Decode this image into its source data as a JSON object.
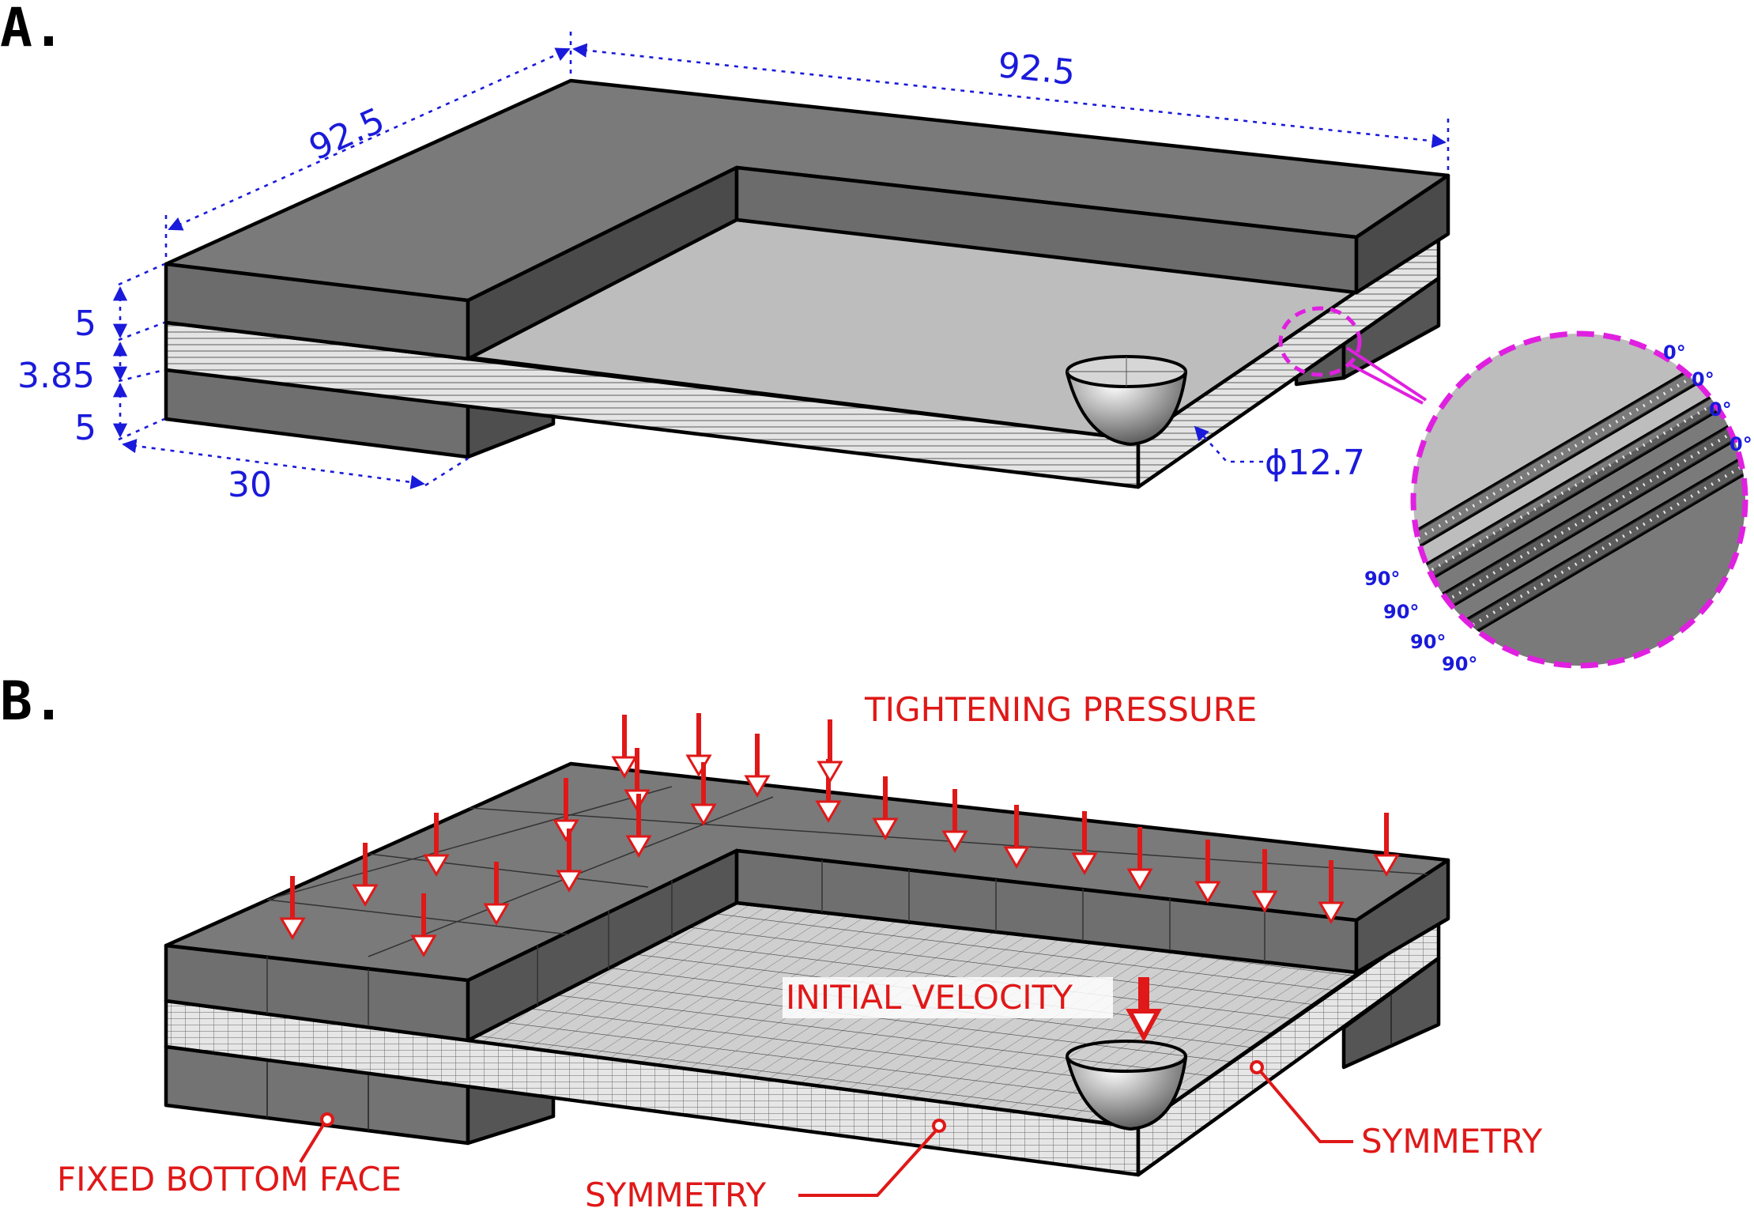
{
  "panels": [
    {
      "letter": "A."
    },
    {
      "letter": "B."
    }
  ],
  "dimensions": {
    "left_length": "92.5",
    "top_length": "92.5",
    "top_plate_thickness": "5",
    "laminate_thickness": "3.85",
    "bottom_plate_thickness": "5",
    "clamp_width": "30",
    "impactor_diameter": "ϕ12.7"
  },
  "ply_angles_top": [
    "0°",
    "0°",
    "0°",
    "0°"
  ],
  "ply_angles_bottom": [
    "90°",
    "90°",
    "90°",
    "90°"
  ],
  "boundary_conditions": {
    "tightening_pressure": "TIGHTENING PRESSURE",
    "initial_velocity": "INITIAL VELOCITY",
    "fixed_bottom_face": "FIXED BOTTOM FACE",
    "symmetry_front": "SYMMETRY",
    "symmetry_side": "SYMMETRY"
  },
  "colors": {
    "dimension": "#1a1adb",
    "boundary_condition": "#e01818",
    "zoom_highlight": "#e020e0",
    "plate_top": "#7a7a7a",
    "plate_side": "#5a5a5a",
    "laminate_top": "#bdbdbd"
  }
}
